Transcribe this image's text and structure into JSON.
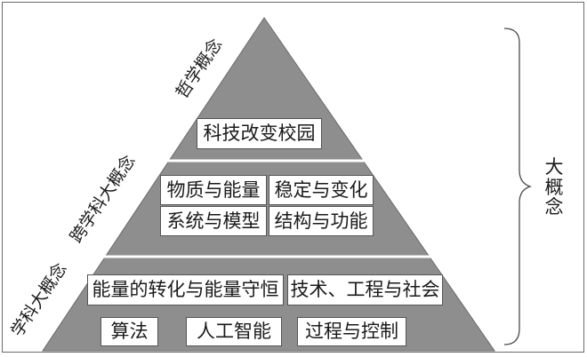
{
  "pyramid": {
    "levels": [
      {
        "key": "philosophy",
        "label": "哲学概念"
      },
      {
        "key": "cross",
        "label": "跨学科大概念"
      },
      {
        "key": "discipline",
        "label": "学科大概念"
      }
    ],
    "philosophy_box": "科技改变校园",
    "cross_boxes": [
      "物质与能量",
      "稳定与变化",
      "系统与模型",
      "结构与功能"
    ],
    "discipline_boxes": [
      "能量的转化与能量守恒",
      "技术、工程与社会",
      "算法",
      "人工智能",
      "过程与控制"
    ]
  },
  "brace_label": "大概念",
  "colors": {
    "pyramid_fill": "#8e8e8e",
    "band_line": "#ffffff",
    "box_border": "#555555"
  }
}
